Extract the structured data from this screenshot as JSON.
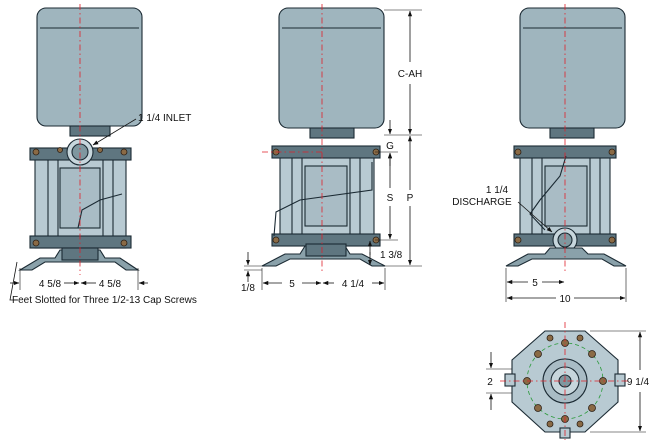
{
  "labels": {
    "inlet": "1 1/4 INLET",
    "discharge_line1": "1 1/4",
    "discharge_line2": "DISCHARGE",
    "feet_note": "Feet Slotted for Three 1/2-13 Cap Screws"
  },
  "dimensions": {
    "front_left_half": "4 5/8",
    "front_right_half": "4 5/8",
    "side_base_height": "1/8",
    "side_left": "5",
    "side_right": "4 1/4",
    "side_inlet_height": "1 3/8",
    "motor_height": "C-AH",
    "g": "G",
    "s": "S",
    "p": "P",
    "right_half": "5",
    "right_width": "10",
    "bottom_height": "2",
    "bottom_width": "9 1/4"
  },
  "colors": {
    "motor": "#9fb5be",
    "pump_body": "#b8cad2",
    "centerline": "#e0202a",
    "bolt_circle": "#2a9a3a",
    "bolt": "#8a6a45"
  }
}
